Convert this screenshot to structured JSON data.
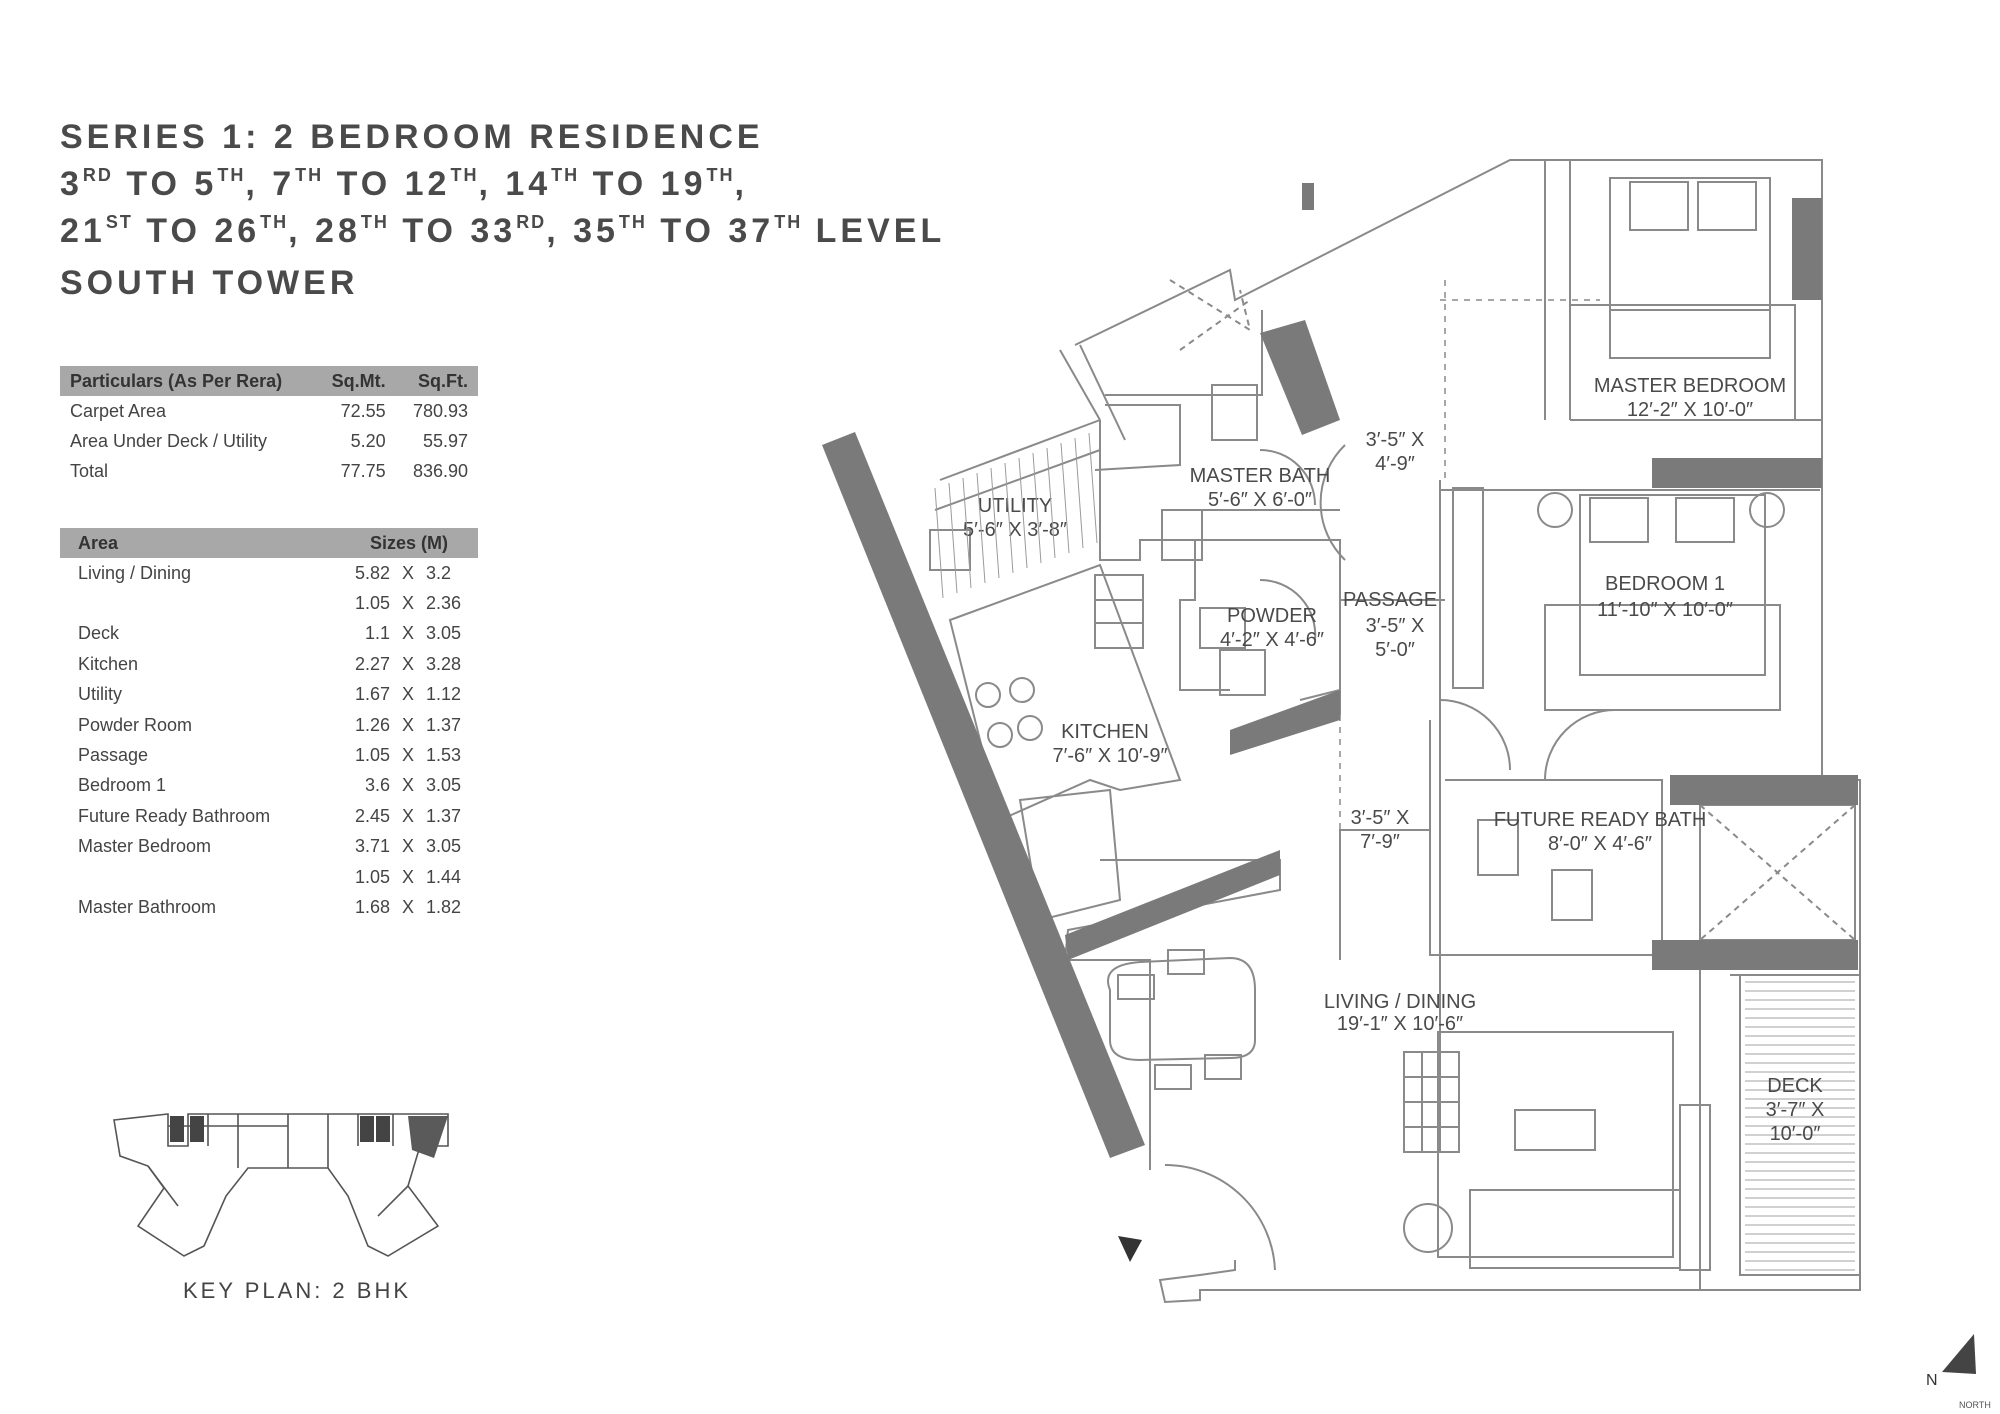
{
  "heading": {
    "line1": "SERIES 1: 2 BEDROOM RESIDENCE",
    "line2": {
      "a": "3",
      "a_sup": "RD",
      "b": " TO 5",
      "b_sup": "TH",
      "c": ", 7",
      "c_sup": "TH",
      "d": " TO 12",
      "d_sup": "TH",
      "e": ", 14",
      "e_sup": "TH",
      "f": " TO 19",
      "f_sup": "TH",
      "g": ","
    },
    "line3": {
      "a": "21",
      "a_sup": "ST",
      "b": " TO 26",
      "b_sup": "TH",
      "c": ", 28",
      "c_sup": "TH",
      "d": " TO 33",
      "d_sup": "RD",
      "e": ", 35",
      "e_sup": "TH",
      "f": " TO 37",
      "f_sup": "TH",
      "g": " LEVEL"
    },
    "tower": "SOUTH TOWER"
  },
  "particulars_table": {
    "headers": [
      "Particulars (As Per Rera)",
      "Sq.Mt.",
      "Sq.Ft."
    ],
    "rows": [
      [
        "Carpet Area",
        "72.55",
        "780.93"
      ],
      [
        "Area Under Deck / Utility",
        "5.20",
        "55.97"
      ],
      [
        "Total",
        "77.75",
        "836.90"
      ]
    ]
  },
  "area_table": {
    "headers": [
      "Area",
      "Sizes (M)"
    ],
    "rows": [
      {
        "name": "Living / Dining",
        "a": "5.82",
        "x": "X",
        "b": "3.2"
      },
      {
        "name": "",
        "a": "1.05",
        "x": "X",
        "b": "2.36"
      },
      {
        "name": "Deck",
        "a": "1.1",
        "x": "X",
        "b": "3.05"
      },
      {
        "name": "Kitchen",
        "a": "2.27",
        "x": "X",
        "b": "3.28"
      },
      {
        "name": "Utility",
        "a": "1.67",
        "x": "X",
        "b": "1.12"
      },
      {
        "name": "Powder Room",
        "a": "1.26",
        "x": "X",
        "b": "1.37"
      },
      {
        "name": "Passage",
        "a": "1.05",
        "x": "X",
        "b": "1.53"
      },
      {
        "name": "Bedroom 1",
        "a": "3.6",
        "x": "X",
        "b": "3.05"
      },
      {
        "name": "Future Ready Bathroom",
        "a": "2.45",
        "x": "X",
        "b": "1.37"
      },
      {
        "name": "Master Bedroom",
        "a": "3.71",
        "x": "X",
        "b": "3.05"
      },
      {
        "name": "",
        "a": "1.05",
        "x": "X",
        "b": "1.44"
      },
      {
        "name": "Master Bathroom",
        "a": "1.68",
        "x": "X",
        "b": "1.82"
      }
    ]
  },
  "key_plan": {
    "label": "KEY PLAN: 2 BHK"
  },
  "rooms": {
    "master_bedroom": {
      "name": "MASTER BEDROOM",
      "size": "12′-2″ X 10′-0″"
    },
    "master_bath": {
      "name": "MASTER BATH",
      "size": "5′-6″ X 6′-0″"
    },
    "utility": {
      "name": "UTILITY",
      "size": "5′-6″ X 3′-8″"
    },
    "passage_upper": {
      "line1": "3′-5″ X",
      "line2": "4′-9″"
    },
    "bedroom_1": {
      "name": "BEDROOM 1",
      "size": "11′-10″ X 10′-0″"
    },
    "powder": {
      "name": "POWDER",
      "size": "4′-2″ X 4′-6″"
    },
    "passage": {
      "name": "PASSAGE",
      "line1": "3′-5″ X",
      "line2": "5′-0″"
    },
    "kitchen": {
      "name": "KITCHEN",
      "size": "7′-6″ X 10′-9″"
    },
    "passage_lower": {
      "line1": "3′-5″ X",
      "line2": "7′-9″"
    },
    "future_ready_bath": {
      "name": "FUTURE READY BATH",
      "size": "8′-0″ X 4′-6″"
    },
    "living_dining": {
      "name": "LIVING / DINING",
      "size": "19′-1″ X 10′-6″"
    },
    "deck": {
      "name": "DECK",
      "line1": "3′-7″ X",
      "line2": "10′-0″"
    }
  },
  "north": {
    "letter": "N",
    "caption": "NORTH"
  },
  "colors": {
    "wall": "#7a7a7a",
    "line": "#8a8a8a",
    "header": "#a8a8a8",
    "text": "#4a4a4a"
  }
}
